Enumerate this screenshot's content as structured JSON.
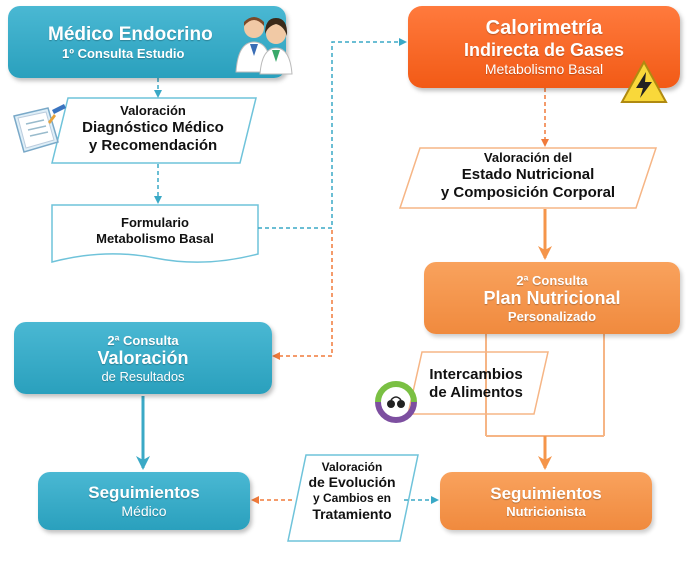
{
  "nodes": {
    "medico_endocrino": {
      "title": "Médico Endocrino",
      "subtitle": "1º Consulta Estudio"
    },
    "calorimetria": {
      "line1": "Calorimetría",
      "line2": "Indirecta de Gases",
      "line3": "Metabolismo Basal"
    },
    "valoracion_diagnostico": {
      "line1": "Valoración",
      "line2": "Diagnóstico Médico",
      "line3": "y Recomendación"
    },
    "valoracion_estado": {
      "line1": "Valoración del",
      "line2": "Estado Nutricional",
      "line3": "y Composición Corporal"
    },
    "formulario": {
      "line1": "Formulario",
      "line2": "Metabolismo Basal"
    },
    "plan_nutricional": {
      "line1": "2ª Consulta",
      "line2": "Plan Nutricional",
      "line3": "Personalizado"
    },
    "valoracion_resultados": {
      "line1": "2ª Consulta",
      "line2": "Valoración",
      "line3": "de Resultados"
    },
    "intercambios": {
      "line1": "Intercambios",
      "line2": "de Alimentos"
    },
    "seguimientos_medico": {
      "line1": "Seguimientos",
      "line2": "Médico"
    },
    "valoracion_evolucion": {
      "line1": "Valoración",
      "line2": "de Evolución",
      "line3": "y Cambios en",
      "line4": "Tratamiento"
    },
    "seguimientos_nutricionista": {
      "line1": "Seguimientos",
      "line2": "Nutricionista"
    }
  },
  "colors": {
    "teal": "#2aa0bd",
    "orange_main": "#f25a16",
    "orange_light": "#f5954a",
    "dashed_teal": "#3aa9c6",
    "dashed_orange": "#f07a3a",
    "parallelogram_teal_border": "#6fc3da",
    "parallelogram_orange_border": "#f6b585"
  },
  "icons": [
    "doctors-icon",
    "clipboard-pen-icon",
    "warning-lightning-icon",
    "food-exchange-cycle-icon"
  ]
}
